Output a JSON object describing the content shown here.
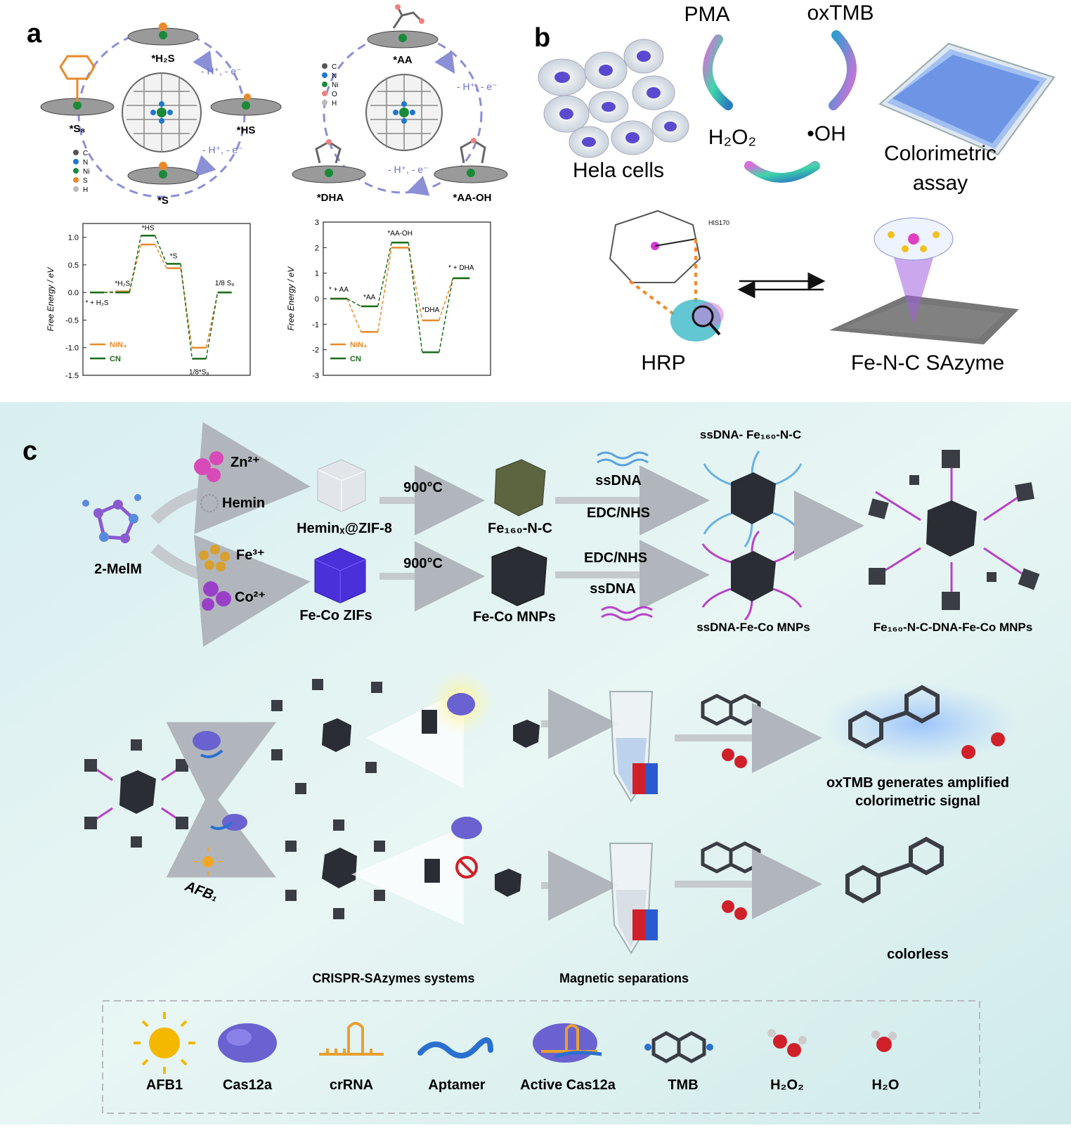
{
  "panel_a": {
    "label": "a",
    "left_scheme": {
      "species": [
        "*H₂S",
        "*S₈",
        "*HS",
        "*S"
      ],
      "arrow_labels": [
        "- H⁺, - e⁻",
        "- H⁺, - e⁻"
      ],
      "legend": [
        "C",
        "N",
        "Ni",
        "S",
        "H"
      ]
    },
    "right_scheme": {
      "species": [
        "*AA",
        "*DHA",
        "*AA-OH"
      ],
      "arrow_labels": [
        "- H⁺, - e⁻",
        "- H⁺, - e⁻"
      ],
      "legend": [
        "C",
        "N",
        "Ni",
        "O",
        "H"
      ]
    },
    "colors": {
      "C": "#555555",
      "N": "#1f77d0",
      "Ni": "#1a8a3a",
      "S": "#e88a2a",
      "O": "#f08080",
      "H": "#bbbbbb"
    }
  },
  "panel_b": {
    "label": "b",
    "texts": {
      "pma": "PMA",
      "oxtmb": "oxTMB",
      "h2o2": "H₂O₂",
      "oh": "•OH",
      "hela": "Hela cells",
      "assay_1": "Colorimetric",
      "assay_2": "assay",
      "hrp": "HRP",
      "his": "HIS170",
      "sazyme": "Fe-N-C SAzyme"
    }
  },
  "panel_c": {
    "label": "c",
    "synthesis": {
      "zn": "Zn²⁺",
      "hemin": "Hemin",
      "fe": "Fe³⁺",
      "co": "Co²⁺",
      "melm": "2-MelM",
      "hemin_zif": "Heminₓ@ZIF-8",
      "fe_co_zifs": "Fe-Co ZIFs",
      "temp_1": "900°C",
      "temp_2": "900°C",
      "fe160": "Fe₁₆₀-N-C",
      "fe_co_mnps": "Fe-Co MNPs",
      "ssdna_1": "ssDNA",
      "edc_1": "EDC/NHS",
      "edc_2": "EDC/NHS",
      "ssdna_2": "ssDNA",
      "ssdna_fe160": "ssDNA- Fe₁₆₀-N-C",
      "ssdna_feco": "ssDNA-Fe-Co MNPs",
      "composite": "Fe₁₆₀-N-C-DNA-Fe-Co MNPs"
    },
    "detection": {
      "afb": "AFB₁",
      "signal_1": "oxTMB generates amplified",
      "signal_2": "colorimetric signal",
      "colorless": "colorless",
      "crispr": "CRISPR-SAzymes systems",
      "magnetic": "Magnetic separations"
    },
    "legend": [
      "AFB1",
      "Cas12a",
      "crRNA",
      "Aptamer",
      "Active Cas12a",
      "TMB",
      "H₂O₂",
      "H₂O"
    ]
  },
  "chart_data": [
    {
      "type": "line",
      "ylabel": "Free Energy / eV",
      "ylim": [
        -1.5,
        1.25
      ],
      "yticks": [
        "1.0",
        "0.5",
        "0.0",
        "-0.5",
        "-1.0",
        "-1.5"
      ],
      "steps": [
        "* + H₂S",
        "*H₂S",
        "*HS",
        "*S",
        "1/8*S₈",
        "1/8 S₈"
      ],
      "series": [
        {
          "name": "NiN₄",
          "color": "#e88a2a",
          "values": [
            0.0,
            0.02,
            0.87,
            0.44,
            -1.0,
            0.0
          ]
        },
        {
          "name": "CN",
          "color": "#1a6b1a",
          "values": [
            0.0,
            0.0,
            1.03,
            0.52,
            -1.2,
            0.0
          ]
        }
      ]
    },
    {
      "type": "line",
      "ylabel": "Free Energy / eV",
      "ylim": [
        -3,
        3
      ],
      "yticks": [
        "3",
        "2",
        "1",
        "0",
        "-1",
        "-2",
        "-3"
      ],
      "steps": [
        "* + AA",
        "*AA",
        "*AA-OH",
        "*DHA",
        "* + DHA"
      ],
      "series": [
        {
          "name": "NiN₄",
          "color": "#e88a2a",
          "values": [
            0.0,
            -1.3,
            2.0,
            -0.85,
            0.8
          ]
        },
        {
          "name": "CN",
          "color": "#1a6b1a",
          "values": [
            0.0,
            -0.3,
            2.2,
            -2.1,
            0.8
          ]
        }
      ]
    }
  ]
}
